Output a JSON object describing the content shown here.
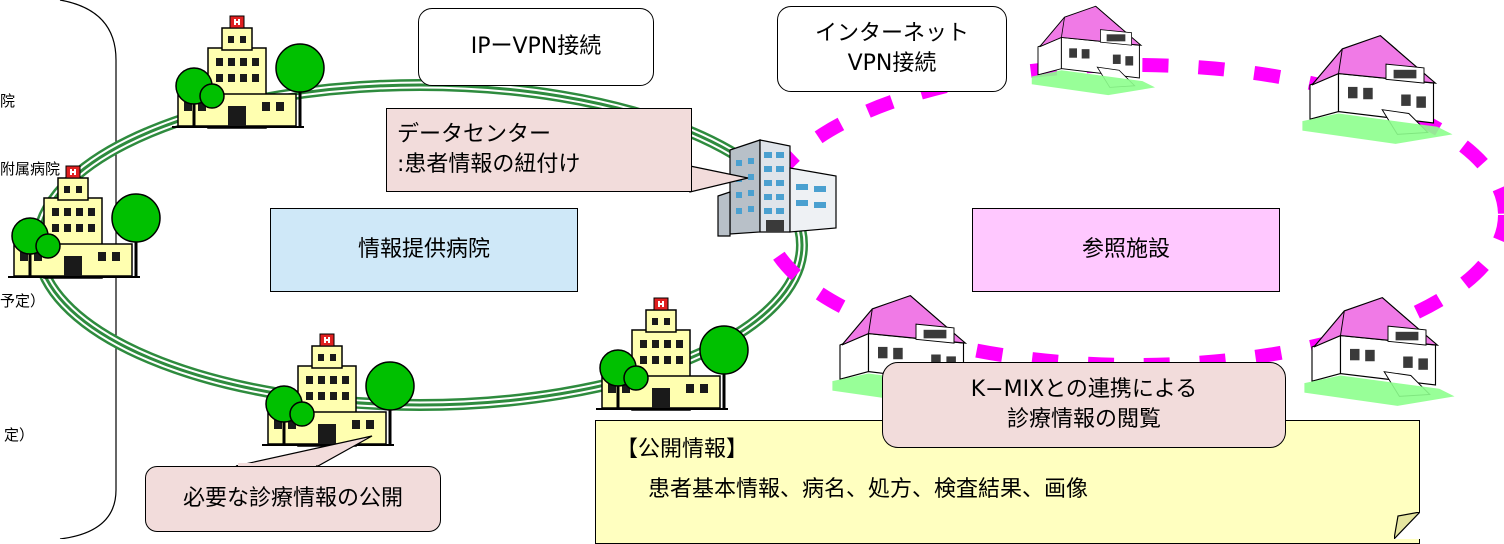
{
  "left_panel": {
    "fragments": [
      "院",
      "附属病院",
      "予定）",
      "定）"
    ]
  },
  "labels": {
    "ip_vpn": "IPーVPN接続",
    "internet_vpn_line1": "インターネット",
    "internet_vpn_line2": "VPN接続",
    "datacenter_line1": "データセンター",
    "datacenter_line2": ":患者情報の紐付け",
    "provider": "情報提供病院",
    "reference": "参照施設",
    "disclosure": "必要な診療情報の公開",
    "kmix_line1": "K−MIXとの連携による",
    "kmix_line2": "診療情報の閲覧",
    "public_info_title": "【公開情報】",
    "public_info_body": "患者基本情報、病名、処方、検査結果、画像"
  },
  "colors": {
    "ring_green": "#2e8b3e",
    "dash_magenta": "#ff00ff",
    "provider_fill": "#cfe8f8",
    "reference_fill": "#ffc8ff",
    "pink_callout": "#f2dcdb",
    "yellow_note": "#ffffc0",
    "roof_pink": "#f07ae6",
    "hospital_wall": "#ffffb0",
    "tree_green": "#00c000"
  },
  "icons": [
    "hospital-icon",
    "data-center-building-icon",
    "clinic-house-icon"
  ]
}
